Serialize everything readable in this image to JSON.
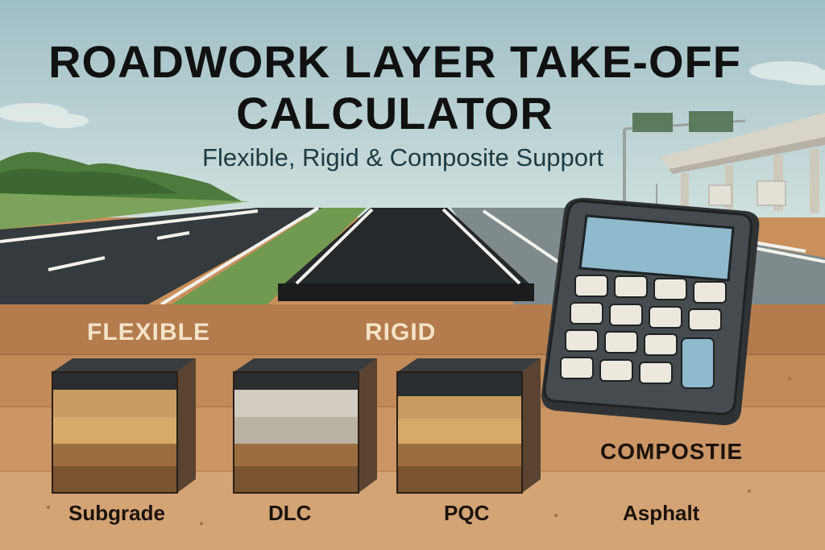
{
  "title_line1": "ROADWORK LAYER TAKE-OFF",
  "title_line2": "CALCULATOR",
  "subtitle": "Flexible, Rigid & Composite Support",
  "section_labels": {
    "flexible": "FLEXIBLE",
    "rigid": "RIGID",
    "composite": "COMPOSTIE"
  },
  "layer_labels": [
    "Subgrade",
    "DLC",
    "PQC",
    "Asphalt"
  ],
  "icons": [
    "calculator-icon",
    "road-illustration",
    "toll-plaza",
    "layer-block-flexible",
    "layer-block-rigid",
    "layer-block-composite"
  ],
  "colors": {
    "sky": "#b9d3d6",
    "asphalt": "#2e3336",
    "soil": "#c9905c",
    "calculator_body": "#3f4448",
    "calculator_screen": "#8fb9cc",
    "calculator_accent_key": "#8fb9cc"
  }
}
